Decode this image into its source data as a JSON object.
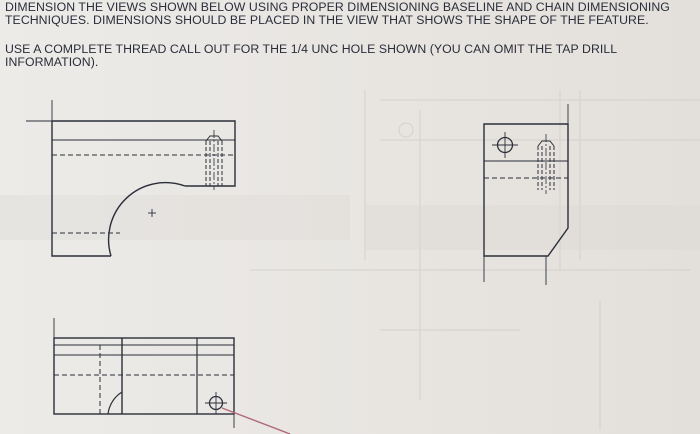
{
  "instructions": {
    "line1": "DIMENSION THE VIEWS SHOWN BELOW USING PROPER DIMENSIONING BASELINE AND CHAIN DIMENSIONING",
    "line2": "TECHNIQUES. DIMENSIONS SHOULD BE PLACED IN THE VIEW THAT SHOWS THE SHAPE OF THE FEATURE.",
    "line3": "USE A COMPLETE THREAD CALL OUT FOR THE 1/4 UNC HOLE SHOWN (YOU CAN OMIT THE TAP DRILL",
    "line4": "INFORMATION)."
  },
  "colors": {
    "ink": "#2a2e3a",
    "paper": "#e9e6e2",
    "bleed_through": "#c9c5c2",
    "leader_pink": "#b0677a"
  },
  "views": [
    "front-view",
    "side-view",
    "top-view"
  ]
}
